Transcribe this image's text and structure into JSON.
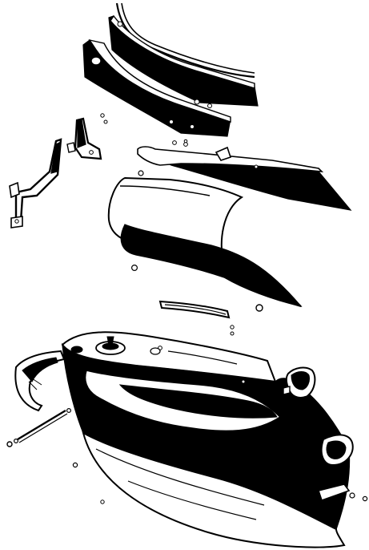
{
  "figure": {
    "kind": "exploded-view line drawing",
    "colors": {
      "ink": "#000000",
      "paper": "#ffffff"
    },
    "parts": [
      {
        "name": "top-trim-strip"
      },
      {
        "name": "upper-rail-panel"
      },
      {
        "name": "upper-cross-panel"
      },
      {
        "name": "mounting-bracket-small"
      },
      {
        "name": "mounting-bracket-long"
      },
      {
        "name": "middle-side-panel"
      },
      {
        "name": "lower-side-panel"
      },
      {
        "name": "grab-handle-bar"
      },
      {
        "name": "main-body-shell"
      },
      {
        "name": "front-cowl-piece"
      },
      {
        "name": "lamp-bezel"
      },
      {
        "name": "fuel-filler-cap"
      },
      {
        "name": "through-bolt"
      },
      {
        "name": "small-fastener"
      }
    ]
  }
}
